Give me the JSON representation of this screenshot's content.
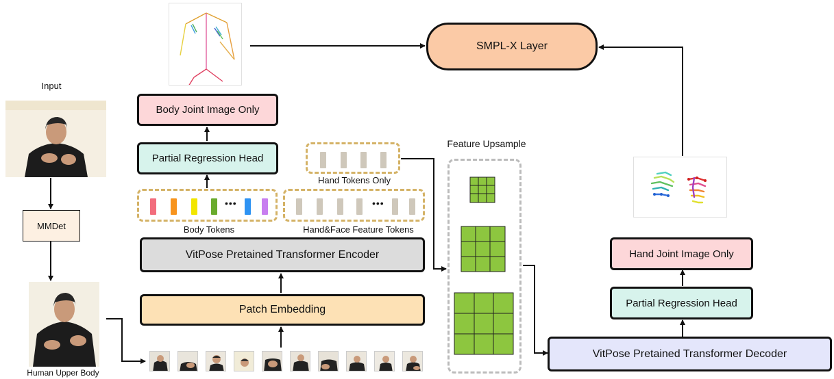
{
  "input_label": "Input",
  "detector_label": "MMDet",
  "upper_body_label": "Human Upper Body",
  "patch_embedding_label": "Patch Embedding",
  "encoder_label": "VitPose Pretained Transformer Encoder",
  "body_tokens_label": "Body Tokens",
  "hand_face_tokens_label": "Hand&Face Feature Tokens",
  "hand_tokens_only_label": "Hand Tokens Only",
  "ellipsis": "•••",
  "body_head_label": "Partial Regression Head",
  "body_joint_label": "Body Joint Image Only",
  "smplx_label": "SMPL-X Layer",
  "feature_upsample_label": "Feature Upsample",
  "decoder_label": "VitPose Pretained Transformer Decoder",
  "hand_head_label": "Partial Regression Head",
  "hand_joint_label": "Hand Joint Image Only",
  "colors": {
    "body_joint_fill": "#fdd7d9",
    "regression_head_fill": "#d7f3ec",
    "encoder_fill": "#dcdcdc",
    "patch_embedding_fill": "#fde1b5",
    "smplx_fill": "#fbcaa6",
    "decoder_fill": "#e4e6fb",
    "mmdet_fill": "#fdf0e2",
    "upsample_grid": "#8dc63f",
    "dashed_token_border": "#d4b266",
    "gray_token": "#cfc8bb",
    "body_token_colors": [
      "#f26d7d",
      "#f7941d",
      "#f2e600",
      "#6aab2e",
      "#2e93f3",
      "#c87ef0"
    ]
  }
}
